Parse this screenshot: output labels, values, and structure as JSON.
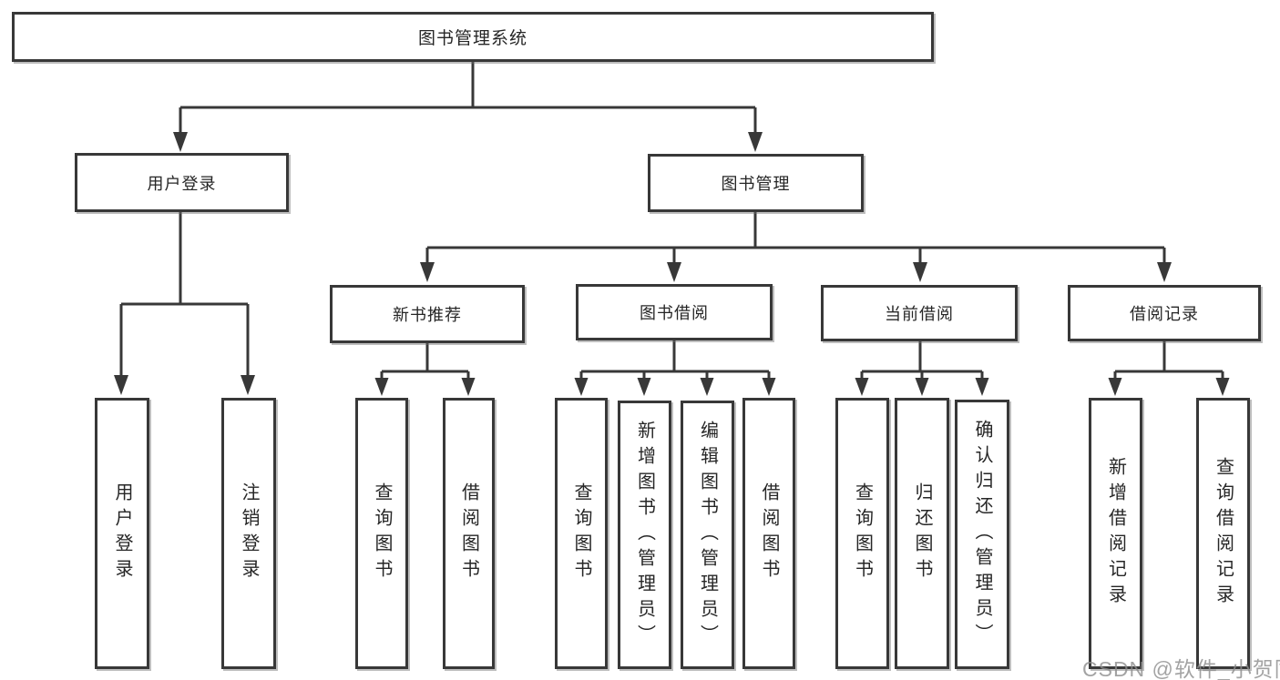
{
  "tree": {
    "root": {
      "label": "图书管理系统"
    },
    "user_login": {
      "label": "用户登录",
      "children": [
        {
          "label": "用户登录"
        },
        {
          "label": "注销登录"
        }
      ]
    },
    "book_mgmt": {
      "label": "图书管理",
      "sections": [
        {
          "label": "新书推荐",
          "children": [
            {
              "label": "查询图书"
            },
            {
              "label": "借阅图书"
            }
          ]
        },
        {
          "label": "图书借阅",
          "children": [
            {
              "label": "查询图书"
            },
            {
              "label": "新增图书（管理员）"
            },
            {
              "label": "编辑图书（管理员）"
            },
            {
              "label": "借阅图书"
            }
          ]
        },
        {
          "label": "当前借阅",
          "children": [
            {
              "label": "查询图书"
            },
            {
              "label": "归还图书"
            },
            {
              "label": "确认归还（管理员）"
            }
          ]
        },
        {
          "label": "借阅记录",
          "children": [
            {
              "label": "新增借阅记录"
            },
            {
              "label": "查询借阅记录"
            }
          ]
        }
      ]
    }
  },
  "watermark": {
    "text": "CSDN @软件_小贺同学"
  },
  "colors": {
    "line": "#383838",
    "text": "#262626",
    "watermark": "#8c8c8c"
  }
}
